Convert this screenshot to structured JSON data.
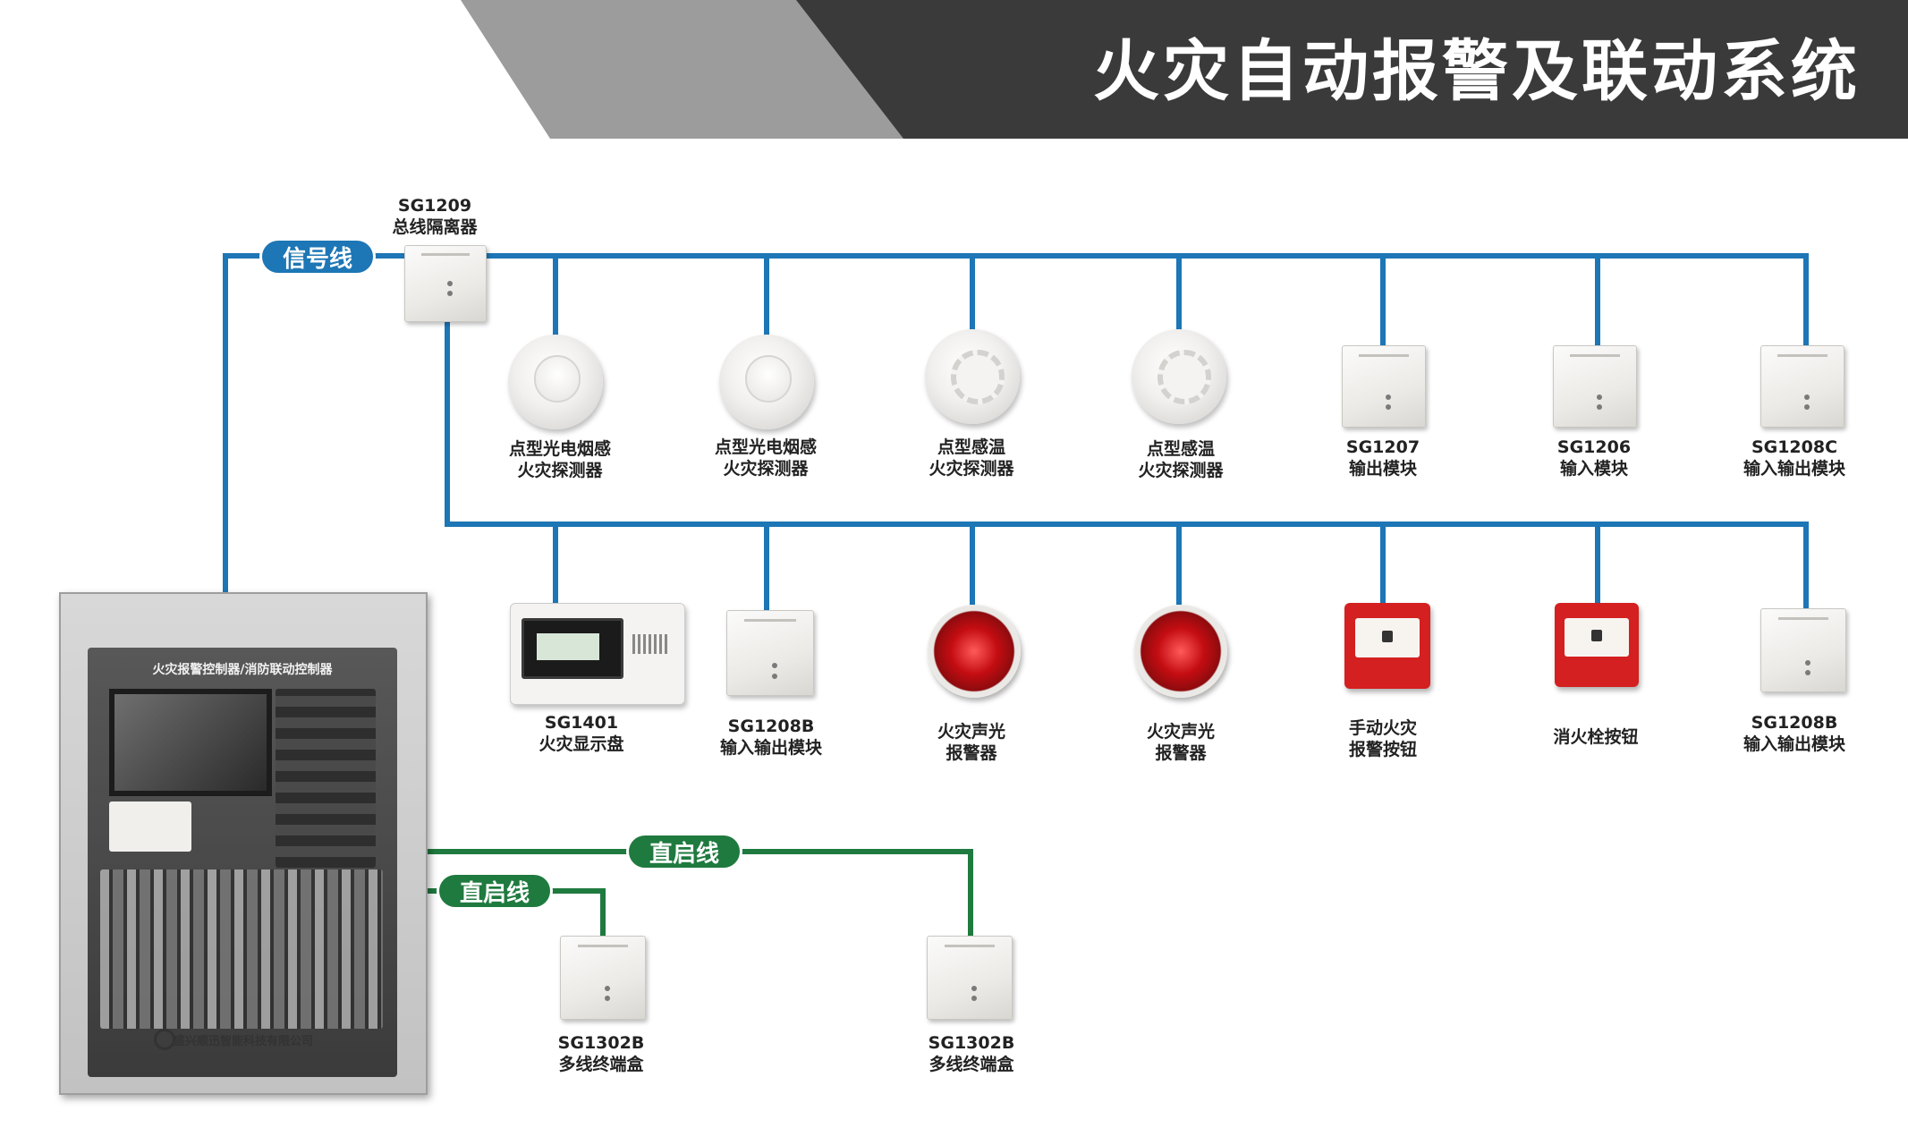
{
  "title": "火灾自动报警及联动系统",
  "colors": {
    "signal_wire": "#1d76b5",
    "direct_wire": "#1f7a3f",
    "header_dark": "#3a3a3a",
    "header_light": "#9c9c9c"
  },
  "wire_labels": {
    "signal": "信号线",
    "direct_1": "直启线",
    "direct_2": "直启线"
  },
  "isolator": {
    "line1": "SG1209",
    "line2": "总线隔离器"
  },
  "top_row": [
    {
      "line1": "点型光电烟感",
      "line2": "火灾探测器",
      "icon": "smoke-detector"
    },
    {
      "line1": "点型光电烟感",
      "line2": "火灾探测器",
      "icon": "smoke-detector"
    },
    {
      "line1": "点型感温",
      "line2": "火灾探测器",
      "icon": "heat-detector"
    },
    {
      "line1": "点型感温",
      "line2": "火灾探测器",
      "icon": "heat-detector"
    },
    {
      "line1": "SG1207",
      "line2": "输出模块",
      "icon": "module"
    },
    {
      "line1": "SG1206",
      "line2": "输入模块",
      "icon": "module"
    },
    {
      "line1": "SG1208C",
      "line2": "输入输出模块",
      "icon": "module"
    }
  ],
  "second_row": [
    {
      "line1": "SG1401",
      "line2": "火灾显示盘",
      "icon": "display-panel"
    },
    {
      "line1": "SG1208B",
      "line2": "输入输出模块",
      "icon": "module"
    },
    {
      "line1": "火灾声光",
      "line2": "报警器",
      "icon": "sounder-strobe"
    },
    {
      "line1": "火灾声光",
      "line2": "报警器",
      "icon": "sounder-strobe"
    },
    {
      "line1": "手动火灾",
      "line2": "报警按钮",
      "icon": "manual-call-point"
    },
    {
      "line1": "消火栓按钮",
      "line2": "",
      "icon": "hydrant-button"
    },
    {
      "line1": "SG1208B",
      "line2": "输入输出模块",
      "icon": "module"
    }
  ],
  "terminal_boxes": [
    {
      "line1": "SG1302B",
      "line2": "多线终端盒",
      "icon": "module"
    },
    {
      "line1": "SG1302B",
      "line2": "多线终端盒",
      "icon": "module"
    }
  ],
  "control_panel": {
    "title": "火灾报警控制器/消防联动控制器",
    "company": "盛兴顺迅智能科技有限公司"
  }
}
